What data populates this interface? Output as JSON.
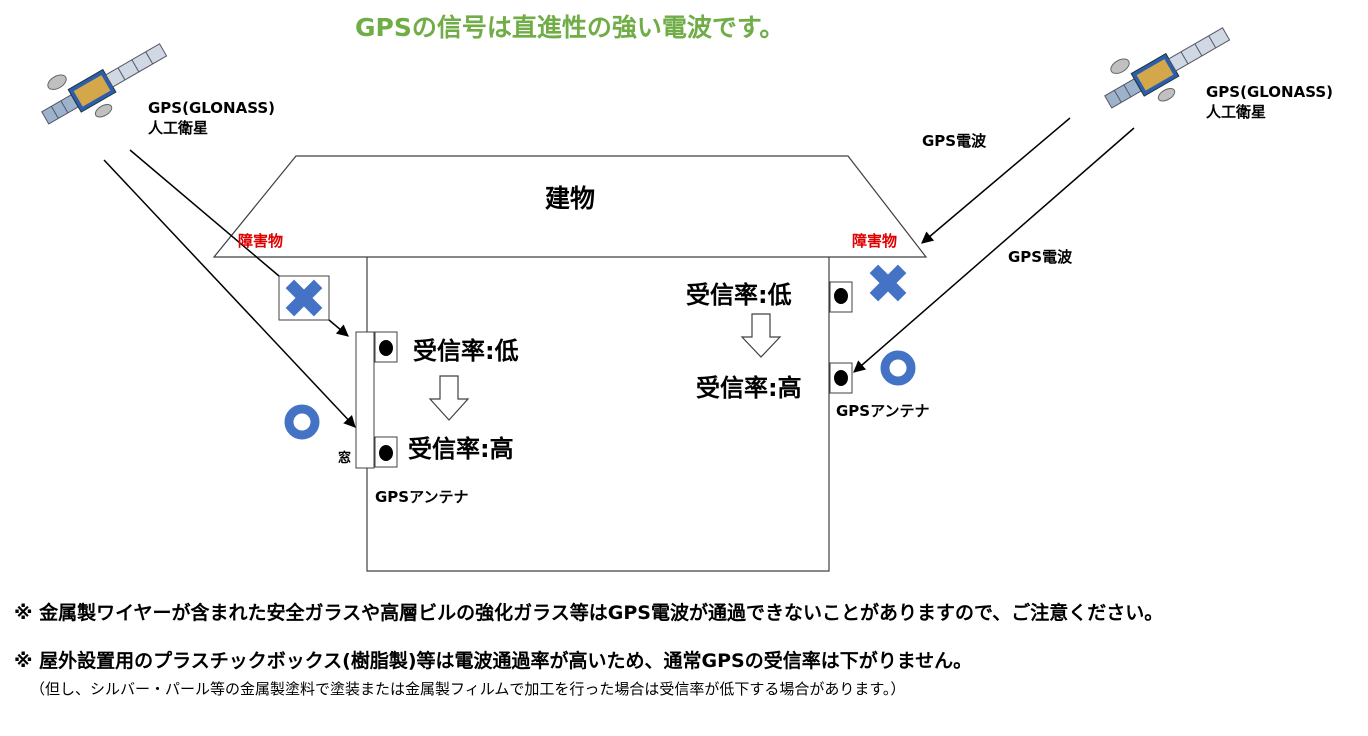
{
  "title": "GPSの信号は直進性の強い電波です。",
  "satellites": {
    "left_label_line1": "GPS(GLONASS)",
    "left_label_line2": "人工衛星",
    "right_label_line1": "GPS(GLONASS)",
    "right_label_line2": "人工衛星"
  },
  "waves": {
    "label_upper": "GPS電波",
    "label_lower": "GPS電波"
  },
  "building": {
    "label": "建物",
    "obstacle_left": "障害物",
    "obstacle_right": "障害物",
    "window_label": "窓"
  },
  "left_side": {
    "rate_before": "受信率:低",
    "rate_after": "受信率:高",
    "antenna_label": "GPSアンテナ"
  },
  "right_side": {
    "rate_before": "受信率:低",
    "rate_after": "受信率:高",
    "antenna_label": "GPSアンテナ"
  },
  "notes": {
    "note1": "※ 金属製ワイヤーが含まれた安全ガラスや高層ビルの強化ガラス等はGPS電波が通過できないことがありますので、ご注意ください。",
    "note2": "※ 屋外設置用のプラスチックボックス(樹脂製)等は電波通過率が高いため、通常GPSの受信率は下がりません。",
    "note3": "（但し、シルバー・パール等の金属製塗料で塗装または金属製フィルムで加工を行った場合は受信率が低下する場合があります。）"
  },
  "colors": {
    "title": "#70ad47",
    "obstacle": "#e00000",
    "mark": "#4472c4"
  },
  "icons": [
    "satellite-icon",
    "cross-mark-icon",
    "circle-mark-icon",
    "down-arrow-icon",
    "antenna-icon"
  ]
}
